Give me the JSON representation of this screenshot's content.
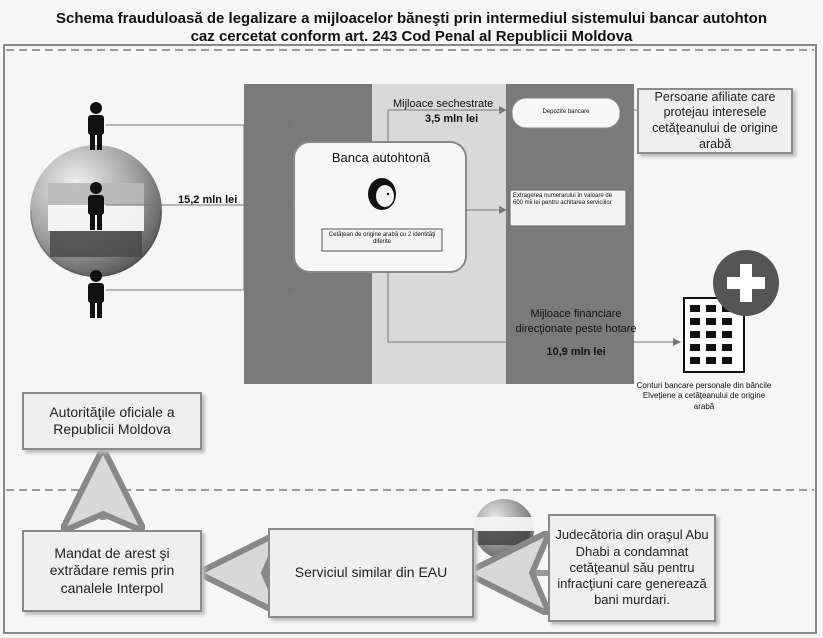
{
  "title": {
    "line1": "Schema frauduloasă de legalizare a mijloacelor băneşti prin intermediul sistemului bancar autohton",
    "line2": "caz cercetat conform art. 243 Cod Penal al Republicii Moldova"
  },
  "top": {
    "amount_in": "15,2 mln lei",
    "bank_title": "Banca autohtonă",
    "customer_label": "Cetăţean de origine arabă cu 2 identităţi diferite",
    "seized_label": "Mijloace sechestrate",
    "seized_amount": "3,5 mln lei",
    "deposits_label": "Depozite bancare",
    "cash_label": "Extragerea numerarului în valoare de 600 mii lei pentru achitarea serviciilor",
    "affiliated_label": "Persoane afiliate care protejau interesele cetăţeanului de origine arabă",
    "abroad_label": "Mijloace financiare direcţionate peste hotare",
    "abroad_amount": "10,9 mln lei",
    "swiss_accounts_label": "Conturi bancare personale din băncile Elveţiene a cetăţeanului de origine arabă",
    "authorities_label": "Autorităţile oficiale a Republicii Moldova"
  },
  "bottom": {
    "arrest_label": "Mandat de arest şi extrădare remis prin canalele Interpol",
    "uae_service_label": "Serviciul similar din EAU",
    "court_label": "Judecătoria din oraşul Abu Dhabi a condamnat cetăţeanul său pentru infracţiuni care generează bani murdari."
  },
  "colors": {
    "dark_band": "#7a7a7a",
    "light_band": "#d9d9d9",
    "border": "#8a8a8a",
    "flag_red": "#b8b8b8",
    "flag_green": "#4a4a4a"
  }
}
